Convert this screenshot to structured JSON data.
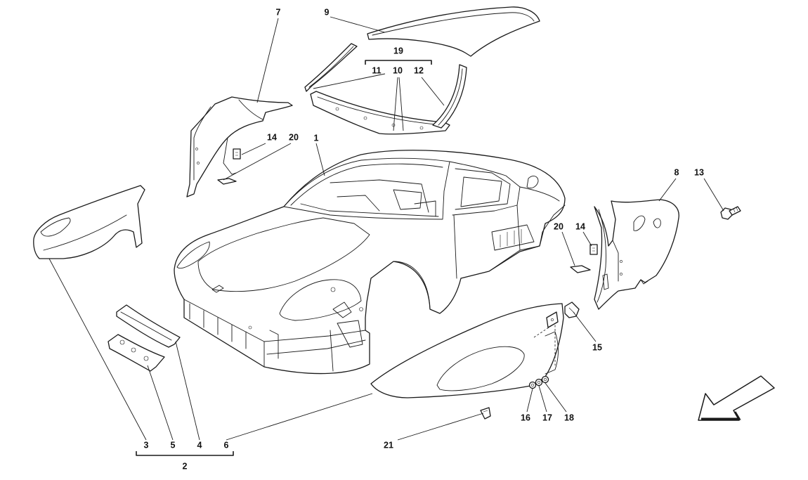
{
  "callouts": {
    "c1": "1",
    "c2": "2",
    "c3": "3",
    "c4": "4",
    "c5": "5",
    "c6": "6",
    "c7": "7",
    "c8": "8",
    "c9": "9",
    "c10": "10",
    "c11": "11",
    "c12": "12",
    "c13": "13",
    "c14a": "14",
    "c14b": "14",
    "c15": "15",
    "c16": "16",
    "c17": "17",
    "c18": "18",
    "c19": "19",
    "c20a": "20",
    "c20b": "20",
    "c21": "21"
  }
}
